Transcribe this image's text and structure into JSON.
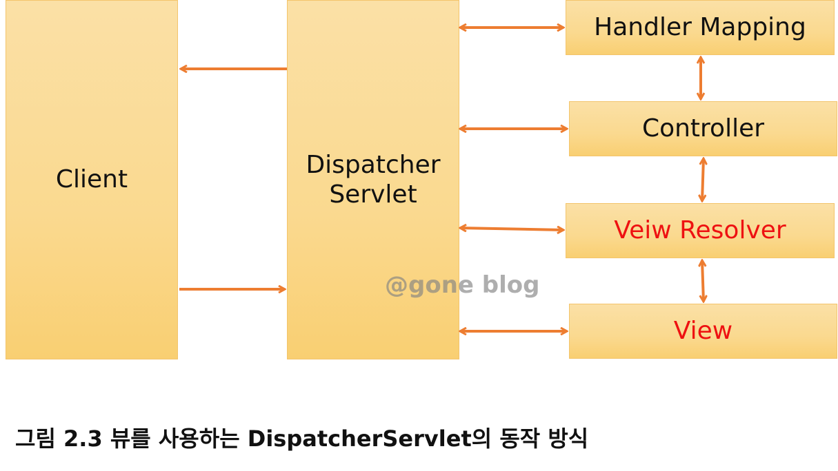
{
  "nodes": {
    "client": "Client",
    "dispatcher_line1": "Dispatcher",
    "dispatcher_line2": "Servlet",
    "handler_mapping": "Handler Mapping",
    "controller": "Controller",
    "view_resolver": "Veiw Resolver",
    "view": "View"
  },
  "edges": [
    {
      "from": "dispatcher",
      "to": "client",
      "direction": "one-way"
    },
    {
      "from": "client",
      "to": "dispatcher",
      "direction": "one-way"
    },
    {
      "from": "dispatcher",
      "to": "handler_mapping",
      "direction": "two-way"
    },
    {
      "from": "dispatcher",
      "to": "controller",
      "direction": "two-way"
    },
    {
      "from": "dispatcher",
      "to": "view_resolver",
      "direction": "two-way"
    },
    {
      "from": "dispatcher",
      "to": "view",
      "direction": "two-way"
    },
    {
      "from": "handler_mapping",
      "to": "controller",
      "direction": "two-way"
    },
    {
      "from": "controller",
      "to": "view_resolver",
      "direction": "two-way"
    },
    {
      "from": "view_resolver",
      "to": "view",
      "direction": "two-way"
    }
  ],
  "colors": {
    "box_fill": "#fad98f",
    "box_border": "#f3c46b",
    "arrow": "#ed7d31",
    "highlight_text": "#ee1111"
  },
  "watermark": "@gone blog",
  "caption": "그림 2.3 뷰를 사용하는 DispatcherServlet의 동작 방식"
}
